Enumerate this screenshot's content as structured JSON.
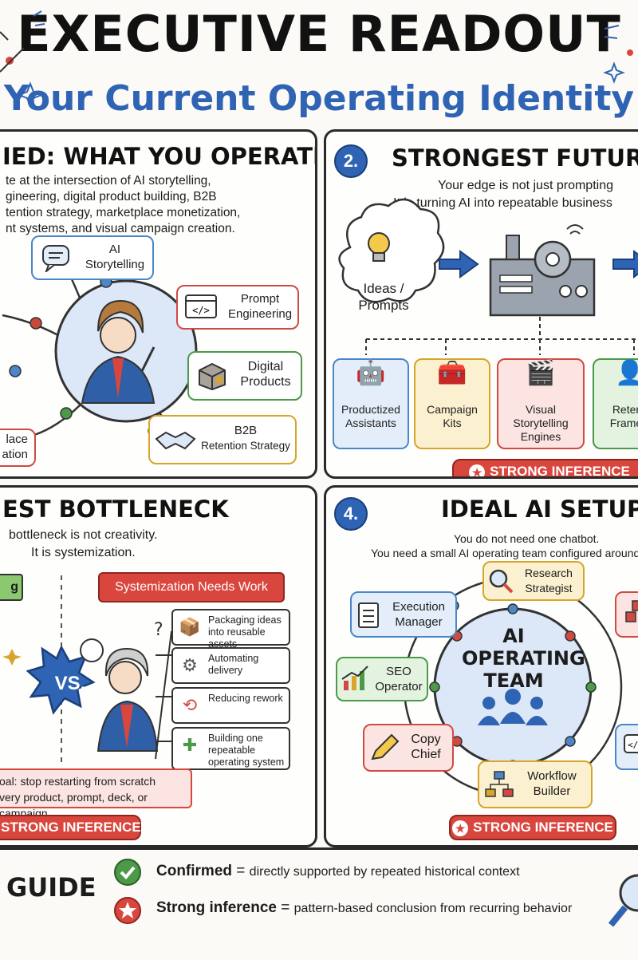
{
  "header": {
    "title": "EXECUTIVE READOUT",
    "subtitle": "Your Current Operating Identity"
  },
  "panel1": {
    "heading": "IED: WHAT YOU OPERATE ACROSS",
    "text": [
      "te at the intersection of AI storytelling,",
      "gineering, digital product building, B2B",
      "tention strategy, marketplace monetization,",
      "nt systems, and visual campaign creation."
    ],
    "nodes": {
      "ai_storytelling": "AI\nStorytelling",
      "prompt_engineering": "Prompt\nEngineering",
      "digital_products": "Digital\nProducts",
      "b2b_top": "B2B",
      "b2b_bottom": "Retention Strategy",
      "marketplace_top": "lace",
      "marketplace_bottom": "ation"
    }
  },
  "panel2": {
    "number": "2.",
    "heading": "STRONGEST FUTURE ADV",
    "text": [
      "Your edge is not just prompting",
      "It is turning AI into repeatable business"
    ],
    "ideas": "Ideas /\nPrompts",
    "outputs": [
      {
        "label": "Productized\nAssistants",
        "color": "#4a86c8",
        "fill": "#e3eefa"
      },
      {
        "label": "Campaign\nKits",
        "color": "#d7a52b",
        "fill": "#fbf0cf"
      },
      {
        "label": "Visual\nStorytelling\nEngines",
        "color": "#d14a42",
        "fill": "#fbe4e2"
      },
      {
        "label": "Retenti\nFramew",
        "color": "#4b9a47",
        "fill": "#e4f3e0"
      }
    ],
    "badge": "STRONG INFERENCE"
  },
  "panel3": {
    "heading": "EST BOTTLENECK",
    "text": [
      "bottleneck is not creativity.",
      "It is systemization."
    ],
    "left_tag": "g",
    "tag": "Systemization Needs Work",
    "vs": "VS.",
    "tasks": [
      {
        "label": "Packaging ideas into reusable assets",
        "icon": "box-icon"
      },
      {
        "label": "Automating delivery",
        "icon": "gear-icon"
      },
      {
        "label": "Reducing rework",
        "icon": "no-rework-icon"
      },
      {
        "label": "Building one repeatable operating system",
        "icon": "puzzle-icon"
      }
    ],
    "goal": [
      "oal:  stop restarting from scratch",
      "very product, prompt, deck, or campaign."
    ],
    "badge": "STRONG INFERENCE"
  },
  "panel4": {
    "number": "4.",
    "heading": "IDEAL AI SETUP",
    "text": [
      "You do not need one chatbot.",
      "You need a small AI operating team configured around you"
    ],
    "center": "AI\nOPERATING\nTEAM",
    "roles": {
      "research": "Research\nStrategist",
      "execution": "Execution\nManager",
      "seo": "SEO\nOperator",
      "copy": "Copy\nChief",
      "workflow": "Workflow\nBuilder"
    },
    "badge": "STRONG INFERENCE"
  },
  "legend": {
    "title": "GUIDE",
    "confirmed_label": "Confirmed",
    "confirmed_def": "directly supported by repeated historical context",
    "inference_label": "Strong inference",
    "inference_def": "pattern-based conclusion from recurring behavior",
    "equals": "="
  },
  "colors": {
    "blue": "#2f63b4",
    "red": "#d9463d",
    "green": "#4b9a47",
    "yellow": "#d7a52b"
  }
}
